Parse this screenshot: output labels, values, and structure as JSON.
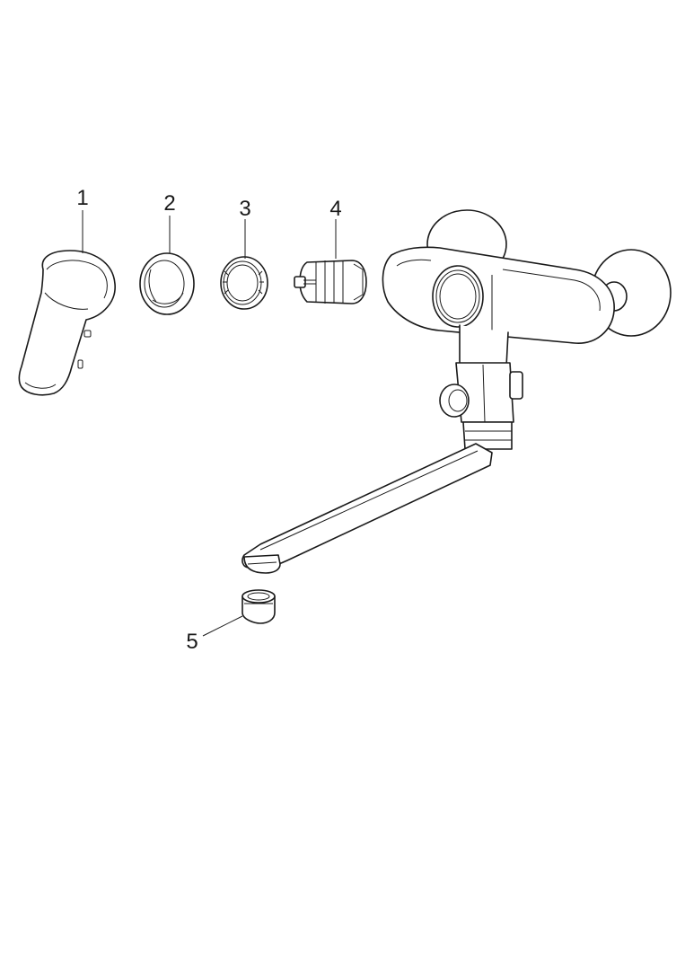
{
  "diagram": {
    "callouts": [
      {
        "id": "part-1",
        "label": "1",
        "part": "lever-handle"
      },
      {
        "id": "part-2",
        "label": "2",
        "part": "trim-ring"
      },
      {
        "id": "part-3",
        "label": "3",
        "part": "threaded-nut"
      },
      {
        "id": "part-4",
        "label": "4",
        "part": "cartridge"
      },
      {
        "id": "part-5",
        "label": "5",
        "part": "aerator"
      }
    ]
  }
}
